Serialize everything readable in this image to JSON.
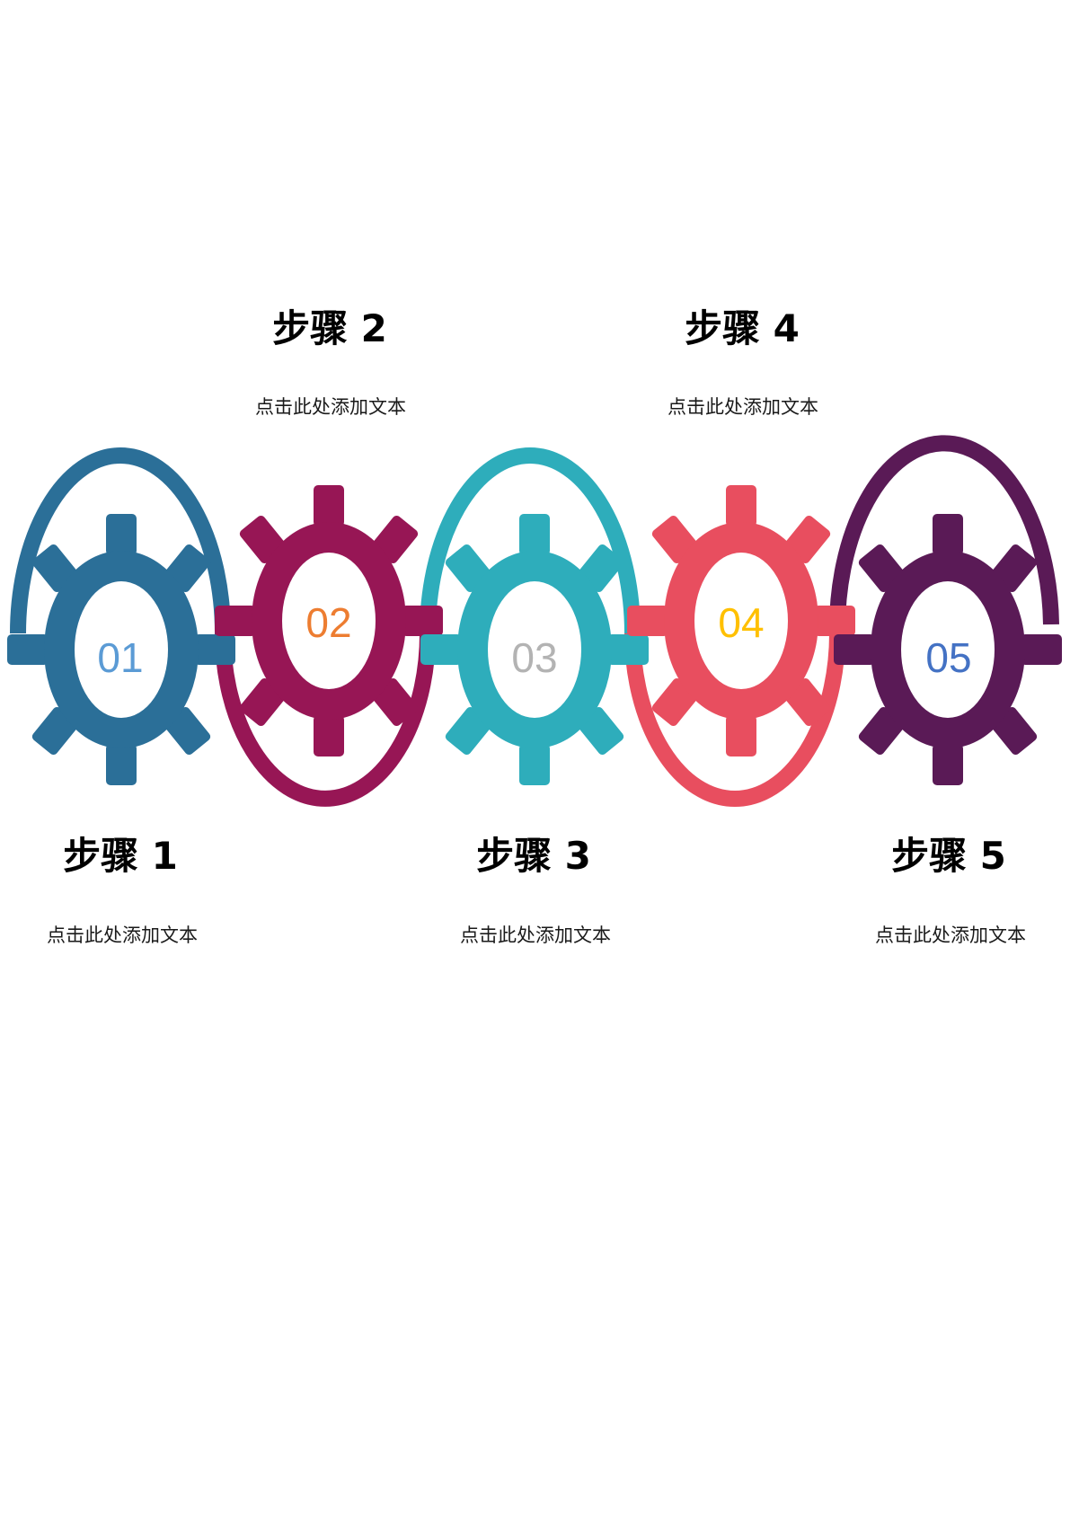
{
  "steps": [
    {
      "number": "01",
      "title": "步骤 1",
      "text": "点击此处添加文本",
      "gear_color": "#2b6f98",
      "number_color": "#5b9bd5"
    },
    {
      "number": "02",
      "title": "步骤 2",
      "text": "点击此处添加文本",
      "gear_color": "#971655",
      "number_color": "#ed7d31"
    },
    {
      "number": "03",
      "title": "步骤 3",
      "text": "点击此处添加文本",
      "gear_color": "#2eadbb",
      "number_color": "#b3b3b3"
    },
    {
      "number": "04",
      "title": "步骤 4",
      "text": "点击此处添加文本",
      "gear_color": "#e84e5f",
      "number_color": "#ffc000"
    },
    {
      "number": "05",
      "title": "步骤 5",
      "text": "点击此处添加文本",
      "gear_color": "#5a1a56",
      "number_color": "#4472c4"
    }
  ]
}
